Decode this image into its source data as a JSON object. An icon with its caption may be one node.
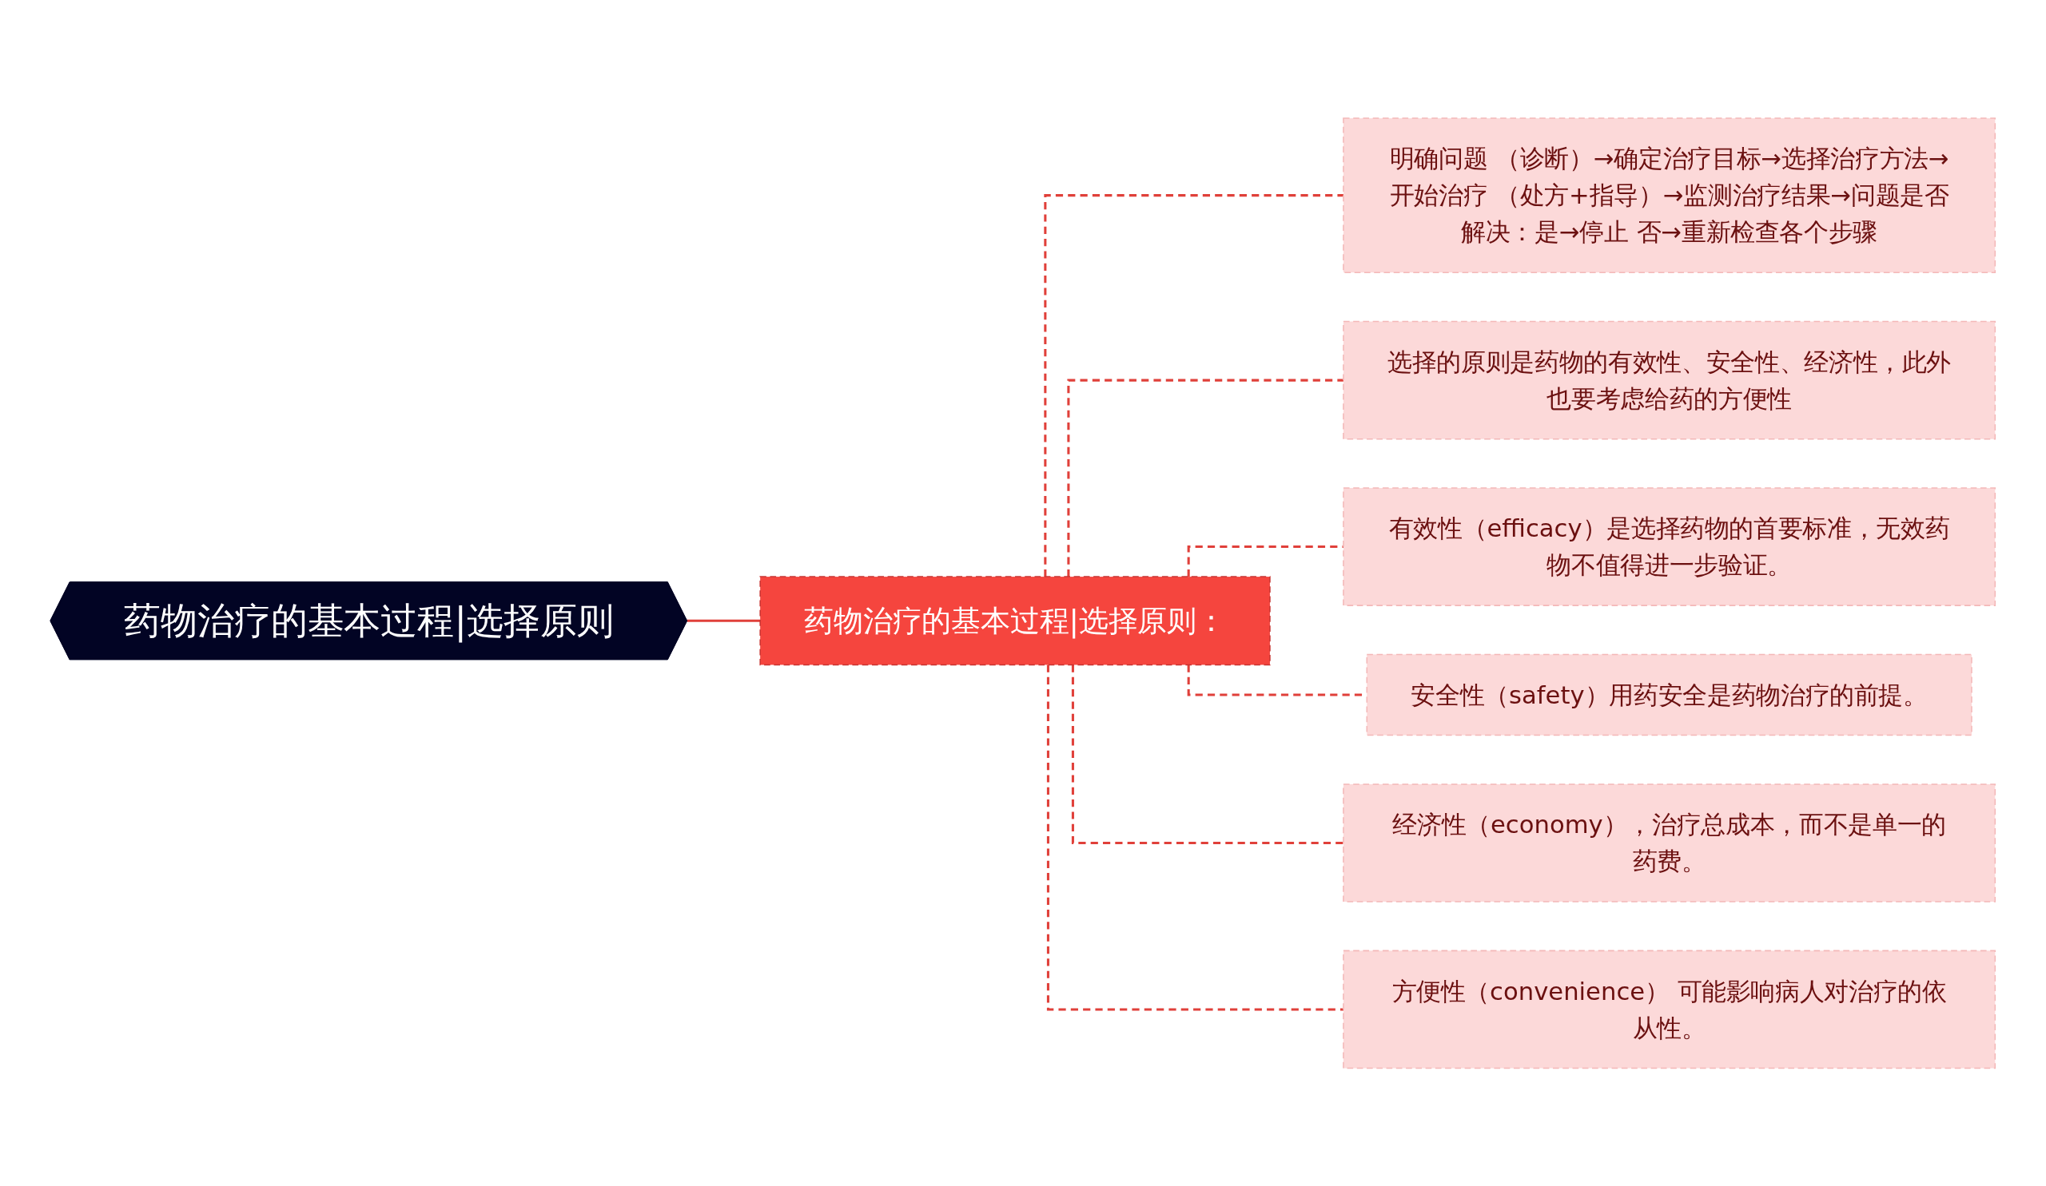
{
  "diagram": {
    "nodes": [
      {
        "text": [
          "药物治疗的基本过程|选择原则"
        ]
      },
      {
        "text": [
          "药物治疗的基本过程|选择原则："
        ]
      },
      {
        "text": [
          "明确问题 （诊断）→确定治疗目标→选择治疗方法→开始治疗 （处方+指导）→监测治疗结果→问题是否解决：是→停止 否→重新检查各个步骤"
        ]
      },
      {
        "text": [
          "选择的原则是药物的有效性、安全性、经济性，此外也要考虑给药的方便性"
        ]
      },
      {
        "text": [
          "有效性（efficacy）是选择药物的首要标准，无效药物不值得进一步验证。"
        ]
      },
      {
        "text": [
          "安全性（safety）用药安全是药物治疗的前提。"
        ]
      },
      {
        "text": [
          "经济性（economy），治疗总成本，而不是单一的药费。"
        ]
      },
      {
        "text": [
          "方便性（convenience） 可能影响病人对治疗的依从性。"
        ]
      }
    ],
    "edges": [
      {
        "from": 0,
        "to": 1,
        "arrow": "none"
      },
      {
        "from": 1,
        "to": 2,
        "arrow": "none",
        "style": "dashed"
      },
      {
        "from": 1,
        "to": 3,
        "arrow": "none",
        "style": "dashed"
      },
      {
        "from": 1,
        "to": 4,
        "arrow": "none",
        "style": "dashed"
      },
      {
        "from": 1,
        "to": 5,
        "arrow": "none",
        "style": "dashed"
      },
      {
        "from": 1,
        "to": 6,
        "arrow": "none",
        "style": "dashed"
      },
      {
        "from": 1,
        "to": 7,
        "arrow": "none",
        "style": "dashed"
      }
    ]
  }
}
